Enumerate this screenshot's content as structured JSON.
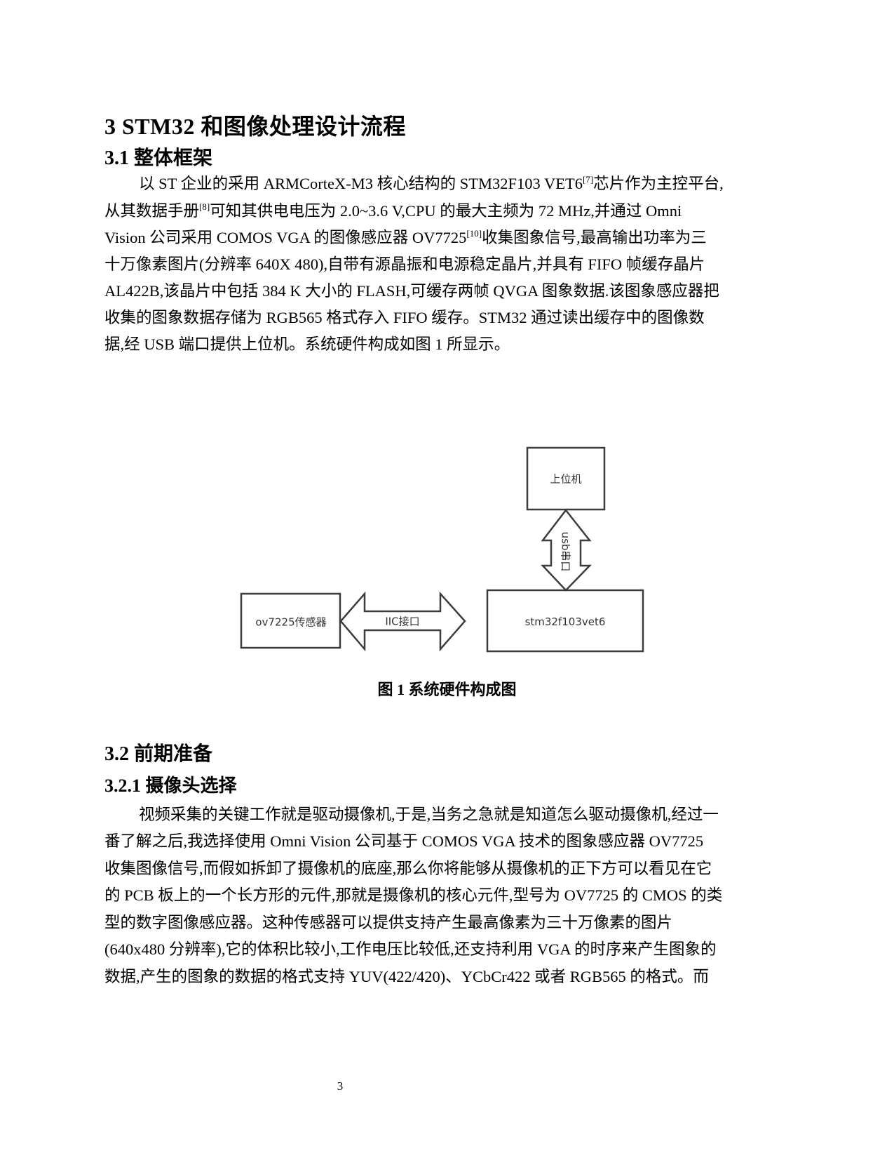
{
  "page": {
    "number": "3"
  },
  "headings": {
    "chapter": "3 STM32 和图像处理设计流程",
    "section_3_1": "3.1 整体框架",
    "section_3_2": "3.2 前期准备",
    "section_3_2_1": "3.2.1 摄像头选择"
  },
  "paragraph1": {
    "lines": [
      {
        "pre": "以 ST 企业的采用 ARMCorteX-M3 核心结构的 STM32F103 VET6",
        "sup": "[7]",
        "post": "芯片作为主控平台,"
      },
      {
        "pre": "从其数据手册",
        "sup": "[8]",
        "post": "可知其供电电压为 2.0~3.6 V,CPU 的最大主频为 72 MHz,并通过 Omni"
      },
      {
        "pre": "Vision 公司采用 COMOS VGA 的图像感应器 OV7725",
        "sup": "[10]",
        "post": "收集图象信号,最高输出功率为三"
      },
      {
        "pre": "十万像素图片(分辨率 640X 480),自带有源晶振和电源稳定晶片,并具有 FIFO 帧缓存晶片",
        "sup": "",
        "post": ""
      },
      {
        "pre": "AL422B,该晶片中包括 384 K 大小的 FLASH,可缓存两帧 QVGA 图象数据.该图象感应器把",
        "sup": "",
        "post": ""
      },
      {
        "pre": "收集的图象数据存储为 RGB565 格式存入 FIFO 缓存。STM32 通过读出缓存中的图像数",
        "sup": "",
        "post": ""
      },
      {
        "pre": "据,经 USB 端口提供上位机。系统硬件构成如图 1 所显示。",
        "sup": "",
        "post": ""
      }
    ]
  },
  "figure1": {
    "caption": "图 1 系统硬件构成图",
    "nodes": {
      "host": "上位机",
      "mcu": "stm32f103vet6",
      "sensor": "ov7225传感器"
    },
    "links": {
      "usb": "usb串口",
      "iic": "IIC接口"
    },
    "stroke_color": "#3c3c3c"
  },
  "paragraph2": {
    "lines": [
      "视频采集的关键工作就是驱动摄像机,于是,当务之急就是知道怎么驱动摄像机,经过一",
      "番了解之后,我选择使用 Omni Vision 公司基于 COMOS VGA 技术的图象感应器 OV7725",
      "收集图像信号,而假如拆卸了摄像机的底座,那么你将能够从摄像机的正下方可以看见在它",
      "的 PCB 板上的一个长方形的元件,那就是摄像机的核心元件,型号为 OV7725 的 CMOS 的类",
      "型的数字图像感应器。这种传感器可以提供支持产生最高像素为三十万像素的图片",
      "(640x480 分辨率),它的体积比较小,工作电压比较低,还支持利用 VGA 的时序来产生图象的",
      "数据,产生的图象的数据的格式支持 YUV(422/420)、YCbCr422 或者 RGB565 的格式。而"
    ]
  }
}
